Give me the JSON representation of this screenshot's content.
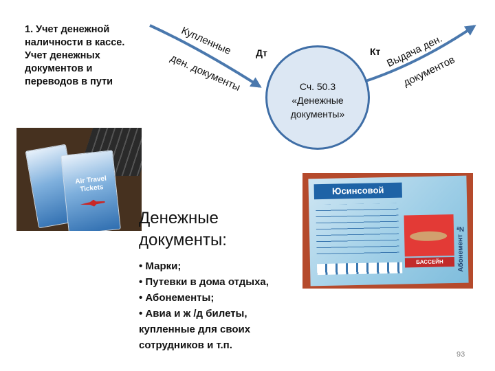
{
  "slide": {
    "heading_lines": [
      "1. Учет денежной",
      "наличности в кассе.",
      "Учет денежных",
      "документов и",
      "переводов в пути"
    ],
    "debit_label": "Дт",
    "credit_label": "Кт",
    "account_lines": [
      "Сч. 50.3",
      "«Денежные",
      "документы»"
    ],
    "incoming_label_lines": [
      "Купленные",
      "ден. документы"
    ],
    "outgoing_label_lines": [
      "Выдача ден.",
      "документов"
    ],
    "docs_title_lines": [
      "Денежные",
      "документы:"
    ],
    "docs_items": [
      "• Марки;",
      "• Путевки в дома отдыха,",
      "• Абонементы;",
      "• Авиа и ж /д билеты,",
      "купленные   для своих",
      "сотрудников и т.п."
    ],
    "page_number": "93"
  },
  "images": {
    "tickets_label_lines": [
      "Air Travel",
      "Tickets"
    ],
    "pass_brand": "Юсинсовой",
    "pass_photo_label": "БАССЕЙН",
    "pass_side_text": "Абонемент №"
  },
  "colors": {
    "arrow": "#4a78ad",
    "circle_fill": "#dce7f3",
    "circle_border": "#3f6ea6"
  }
}
